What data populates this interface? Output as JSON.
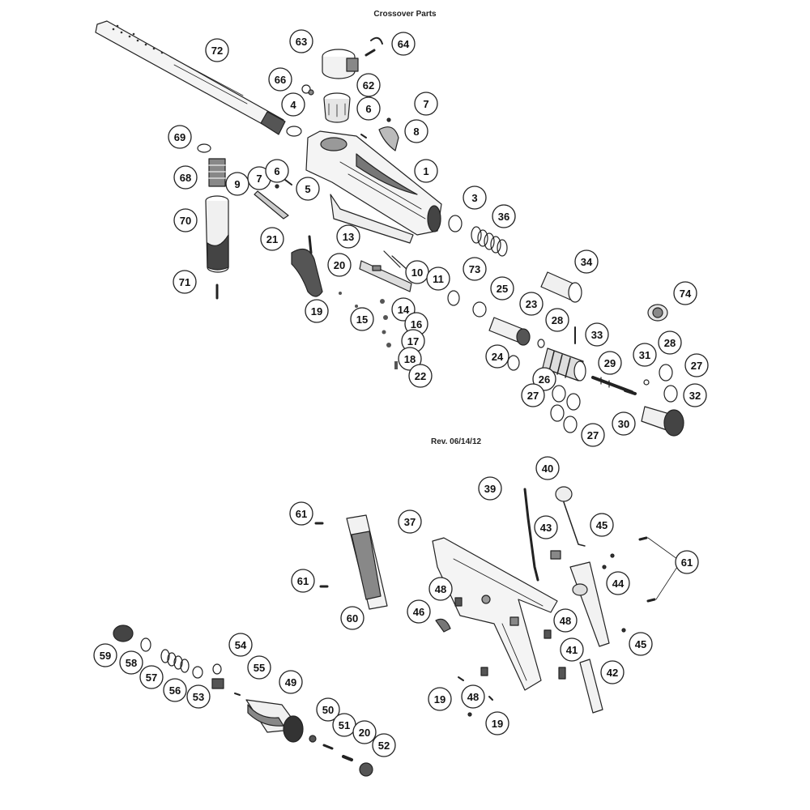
{
  "title": "Crossover Parts",
  "revision": "Rev. 06/14/12",
  "colors": {
    "line": "#222222",
    "fill_dark": "#555555",
    "fill_mid": "#9a9a9a",
    "fill_light": "#d8d8d8",
    "paper": "#ffffff"
  },
  "callouts": [
    "72",
    "63",
    "64",
    "66",
    "62",
    "4",
    "6",
    "7",
    "8",
    "69",
    "68",
    "9",
    "7",
    "6",
    "5",
    "1",
    "3",
    "36",
    "70",
    "21",
    "13",
    "20",
    "10",
    "11",
    "73",
    "34",
    "74",
    "71",
    "19",
    "15",
    "14",
    "16",
    "17",
    "18",
    "22",
    "25",
    "23",
    "28",
    "33",
    "24",
    "26",
    "29",
    "31",
    "28",
    "27",
    "27",
    "32",
    "27",
    "30",
    "40",
    "39",
    "61",
    "43",
    "45",
    "37",
    "61",
    "48",
    "44",
    "46",
    "60",
    "48",
    "61",
    "45",
    "59",
    "54",
    "58",
    "57",
    "55",
    "56",
    "53",
    "49",
    "41",
    "42",
    "19",
    "48",
    "19",
    "50",
    "51",
    "20",
    "52"
  ]
}
